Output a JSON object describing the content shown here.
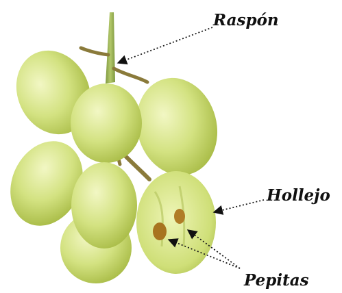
{
  "labels": {
    "stem": "Raspón",
    "skin": "Hollejo",
    "seeds": "Pepitas"
  },
  "colors": {
    "grape_light": "#e7f0a6",
    "grape_mid": "#c7d96a",
    "grape_dark": "#9eb23c",
    "stem": "#8fa848",
    "seed": "#a8741f",
    "leader_line": "#1a1a1a"
  }
}
